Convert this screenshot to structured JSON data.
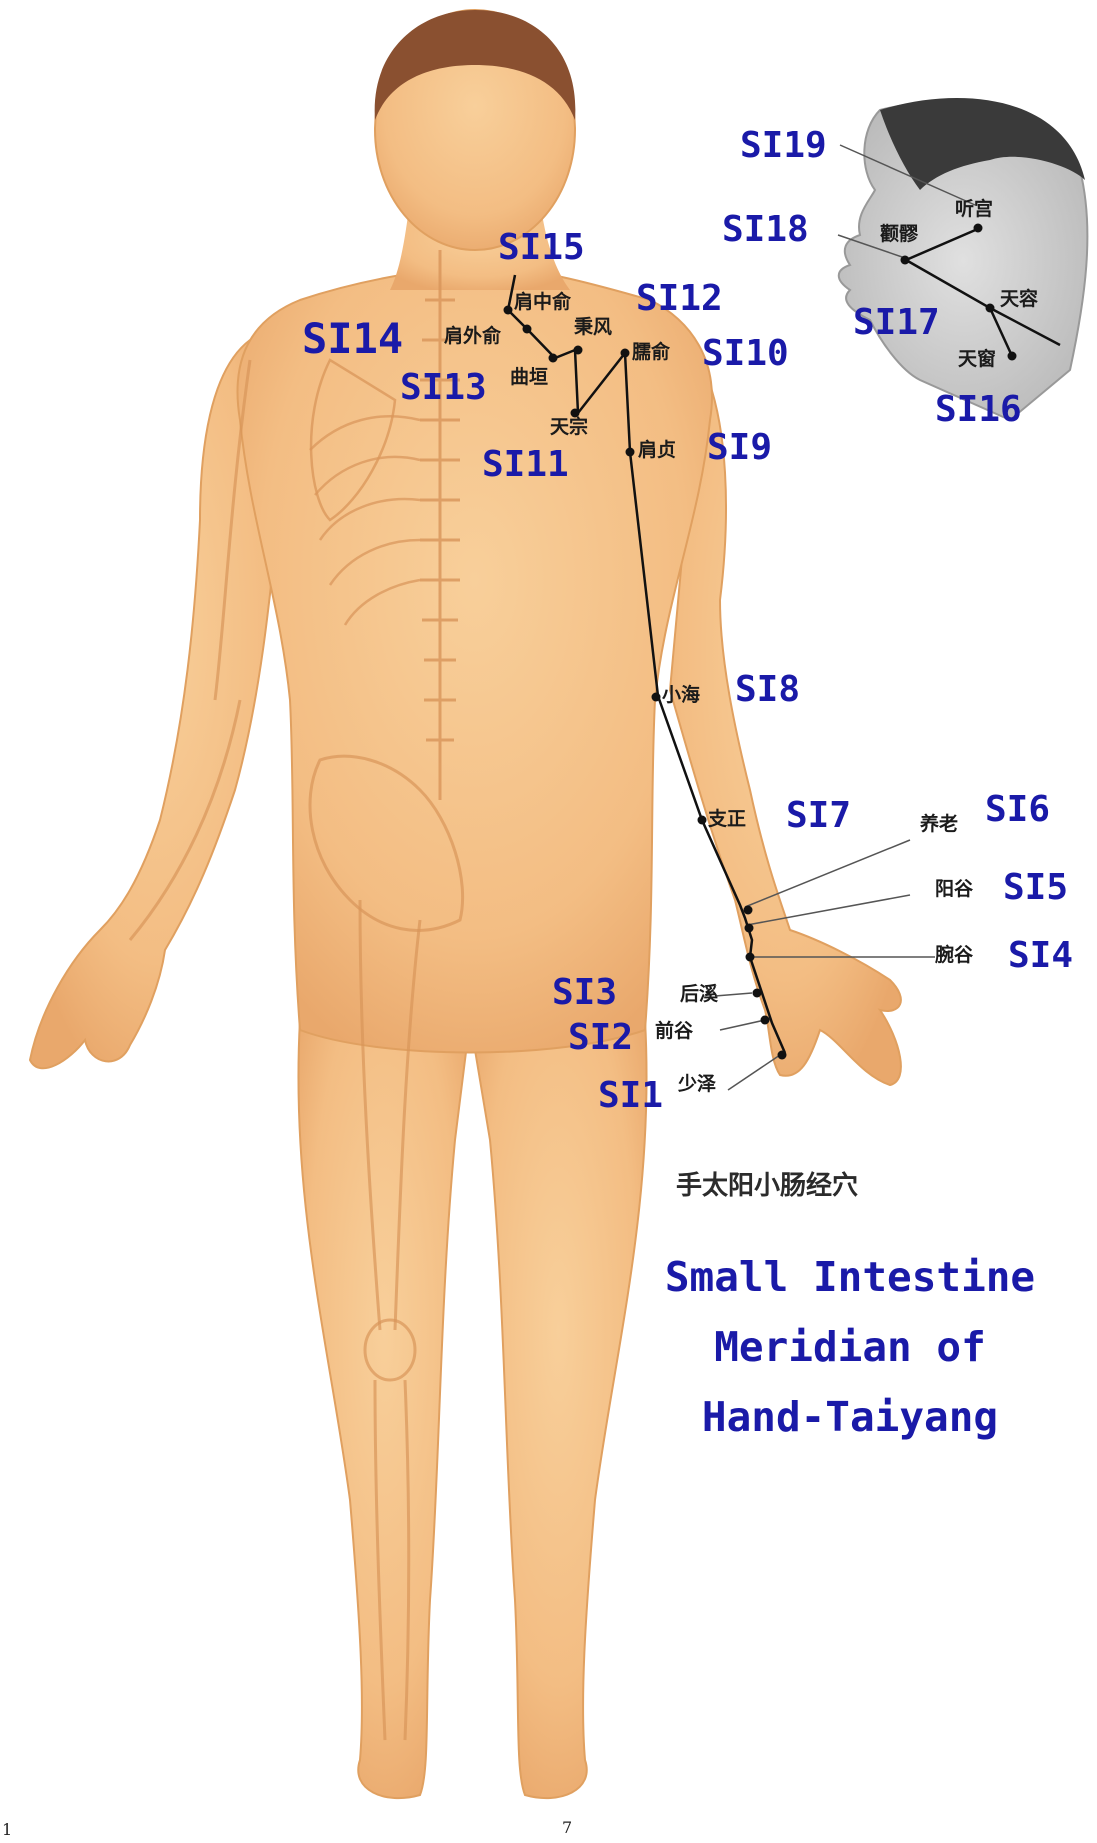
{
  "points": [
    {
      "code": "SI1",
      "name": "少泽"
    },
    {
      "code": "SI2",
      "name": "前谷"
    },
    {
      "code": "SI3",
      "name": "后溪"
    },
    {
      "code": "SI4",
      "name": "腕谷"
    },
    {
      "code": "SI5",
      "name": "阳谷"
    },
    {
      "code": "SI6",
      "name": "养老"
    },
    {
      "code": "SI7",
      "name": "支正"
    },
    {
      "code": "SI8",
      "name": "小海"
    },
    {
      "code": "SI9",
      "name": "肩贞"
    },
    {
      "code": "SI10",
      "name": "臑俞"
    },
    {
      "code": "SI11",
      "name": "天宗"
    },
    {
      "code": "SI12",
      "name": "秉风"
    },
    {
      "code": "SI13",
      "name": "曲垣"
    },
    {
      "code": "SI14",
      "name": "肩外俞"
    },
    {
      "code": "SI15",
      "name": "肩中俞"
    },
    {
      "code": "SI16",
      "name": "天窗"
    },
    {
      "code": "SI17",
      "name": "天容"
    },
    {
      "code": "SI18",
      "name": "颧髎"
    },
    {
      "code": "SI19",
      "name": "听宫"
    }
  ],
  "caption": {
    "chinese": "手太阳小肠经穴",
    "english_line1": "Small Intestine",
    "english_line2": "Meridian of",
    "english_line3": "Hand-Taiyang"
  },
  "page_markers": {
    "left": "1",
    "center": "7"
  },
  "colors": {
    "skin": "#f3bd83",
    "skin_edge": "#e7a265",
    "hair": "#8a5030",
    "label_blue": "#1a1aa8",
    "meridian_line": "#111111"
  }
}
